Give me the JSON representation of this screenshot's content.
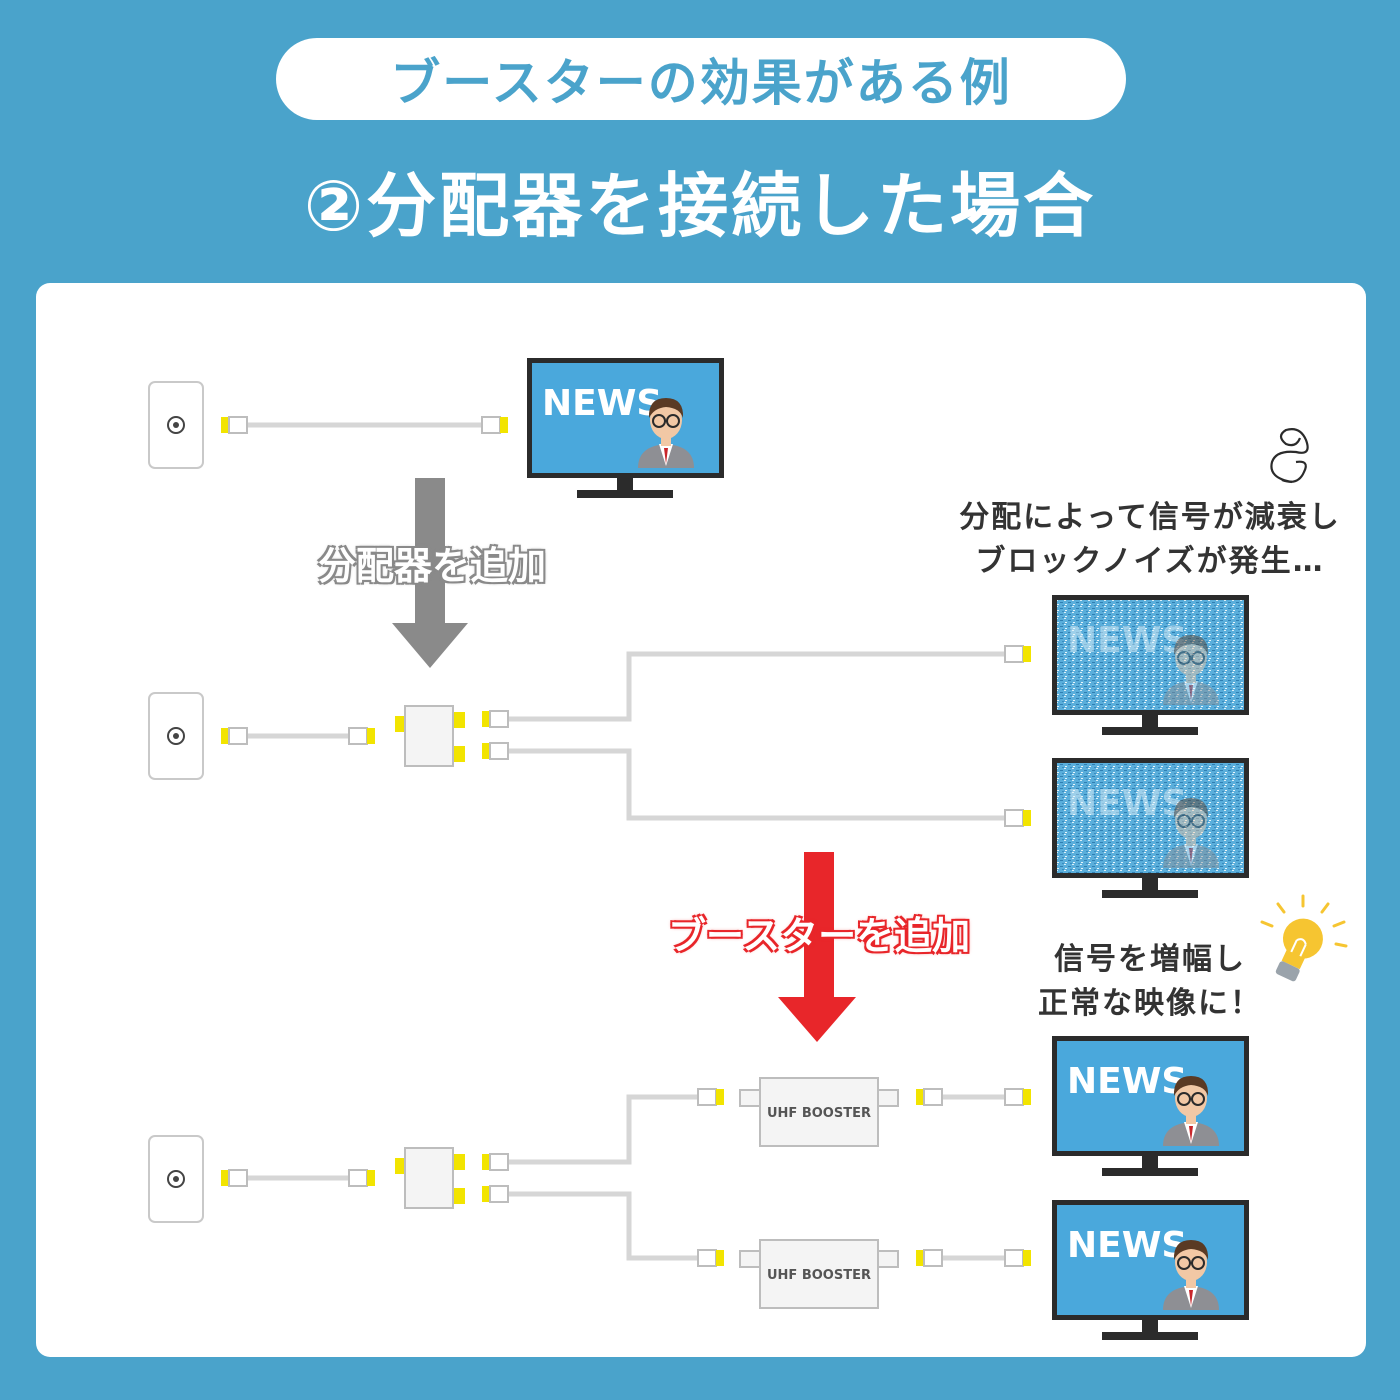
{
  "header": {
    "subtitle": "ブースターの効果がある例",
    "title": "②分配器を接続した場合"
  },
  "labels": {
    "add_splitter": "分配器を追加",
    "add_booster": "ブースターを追加"
  },
  "notes": {
    "degraded_line1": "分配によって信号が減衰し",
    "degraded_line2": "ブロックノイズが発生…",
    "fixed_line1": "信号を増幅し",
    "fixed_line2": "正常な映像に！"
  },
  "tv": {
    "screen_text": "NEWS"
  },
  "booster": {
    "label": "UHF BOOSTER"
  },
  "colors": {
    "background": "#4aa3cb",
    "screen": "#4aa8dc",
    "connector": "#f2e400",
    "gray_arrow": "#8a8a8a",
    "red_arrow": "#e8262a",
    "bulb": "#f6c531"
  },
  "icons": [
    "wall-outlet-icon",
    "tv-icon",
    "splitter-icon",
    "booster-icon",
    "swirl-icon",
    "lightbulb-icon",
    "arrow-down-icon"
  ]
}
